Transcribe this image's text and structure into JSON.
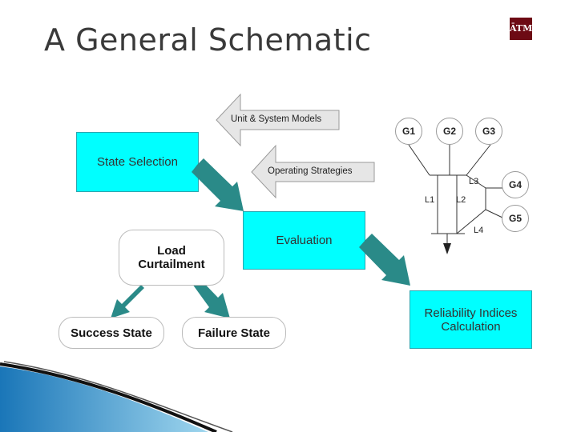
{
  "title": "A General Schematic",
  "logo_text": "ĀTM",
  "boxes": {
    "state_selection": "State Selection",
    "evaluation": "Evaluation",
    "reliability": "Reliability Indices Calculation"
  },
  "arrows": {
    "unit_models": "Unit & System Models",
    "operating": "Operating Strategies"
  },
  "rounded": {
    "load_curtailment": "Load Curtailment",
    "success": "Success State",
    "failure": "Failure State"
  },
  "network": {
    "generators": [
      "G1",
      "G2",
      "G3",
      "G4",
      "G5"
    ],
    "lines": [
      "L1",
      "L2",
      "L3",
      "L4"
    ]
  },
  "colors": {
    "box_fill": "#00ffff",
    "arrow_teal": "#2a8a88",
    "logo": "#6d0a14"
  }
}
